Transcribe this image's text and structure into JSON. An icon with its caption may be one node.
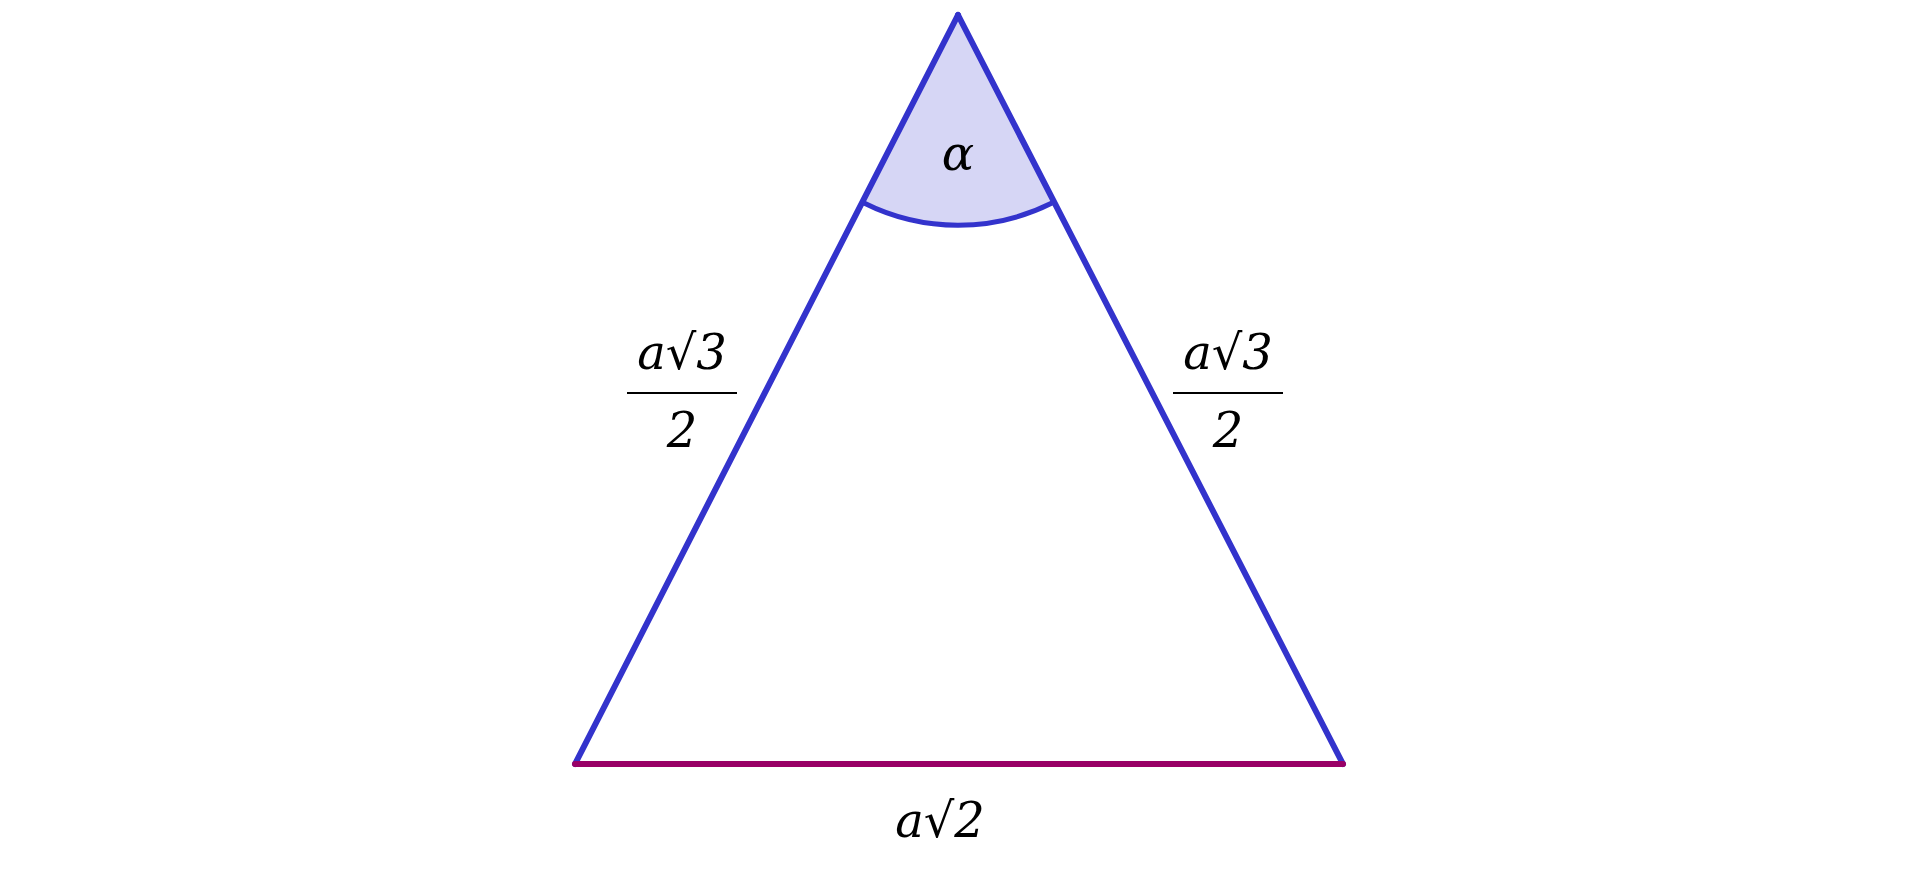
{
  "diagram": {
    "labels": [
      "α",
      "a√3",
      "2",
      "a√3",
      "2",
      "a√2"
    ]
  }
}
